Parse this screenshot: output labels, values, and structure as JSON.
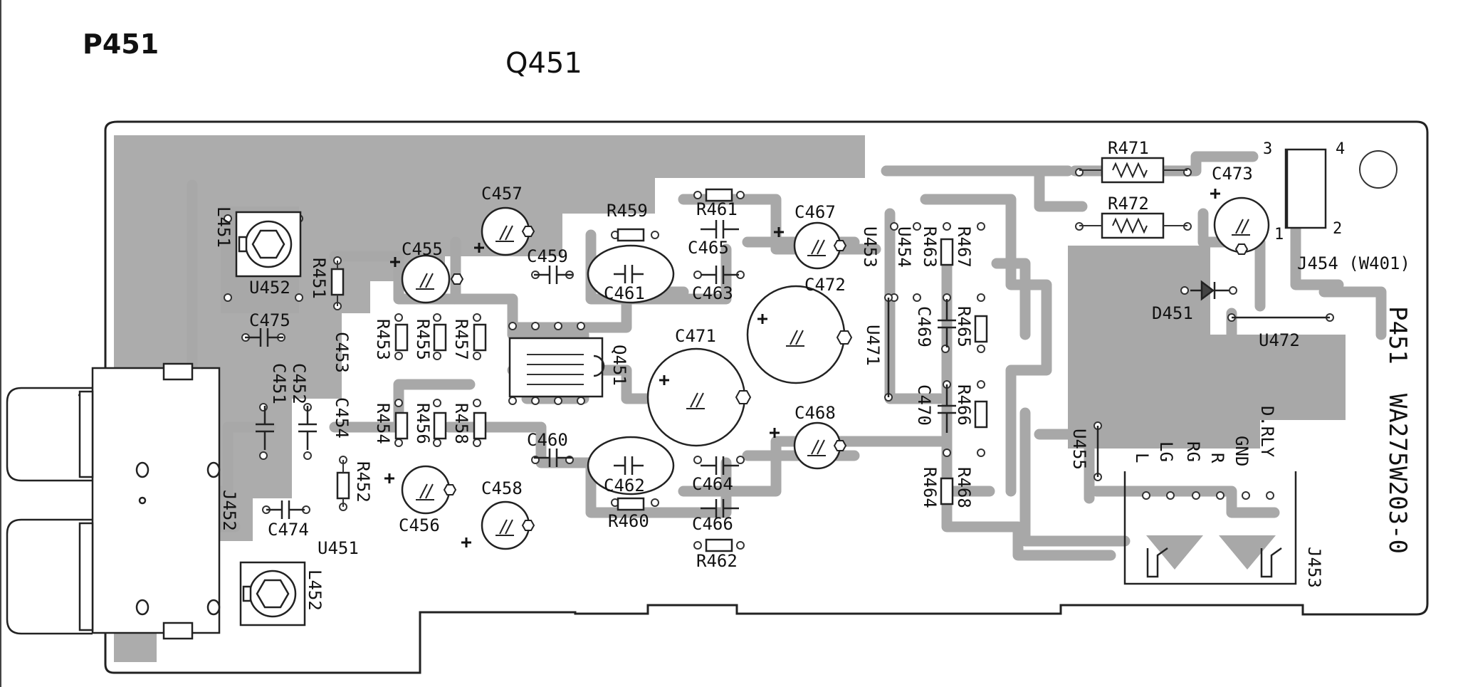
{
  "headings": {
    "board": "P451",
    "transistor": "Q451"
  },
  "board_marking": "P451  WA275W203-0",
  "j453_pins": [
    "L",
    "LG",
    "RG",
    "R",
    "GND",
    "D.RLY"
  ],
  "j454_pins": [
    "1",
    "2",
    "3",
    "4"
  ],
  "components": {
    "L451": "L451",
    "U452": "U452",
    "R451": "R451",
    "C475": "C475",
    "C452": "C452",
    "C451": "C451",
    "C453": "C453",
    "C454": "C454",
    "R453": "R453",
    "R455": "R455",
    "R457": "R457",
    "R454": "R454",
    "R456": "R456",
    "R458": "R458",
    "C455": "C455",
    "C456": "C456",
    "C457": "C457",
    "C458": "C458",
    "C459": "C459",
    "C460": "C460",
    "R459": "R459",
    "R460": "R460",
    "C461": "C461",
    "C462": "C462",
    "R461": "R461",
    "R462": "R462",
    "C463": "C463",
    "C464": "C464",
    "C465": "C465",
    "C466": "C466",
    "C467": "C467",
    "C468": "C468",
    "C471": "C471",
    "C472": "C472",
    "Q451": "Q451",
    "U453": "U453",
    "U454": "U454",
    "U471": "U471",
    "R463": "R463",
    "R467": "R467",
    "C469": "C469",
    "R465": "R465",
    "C470": "C470",
    "R466": "R466",
    "R464": "R464",
    "R468": "R468",
    "U455": "U455",
    "R471": "R471",
    "R472": "R472",
    "C473": "C473",
    "D451": "D451",
    "U472": "U472",
    "J454": "J454 (W401)",
    "J453": "J453",
    "J452": "J452",
    "U451": "U451",
    "R452": "R452",
    "C474": "C474",
    "L452": "L452"
  }
}
